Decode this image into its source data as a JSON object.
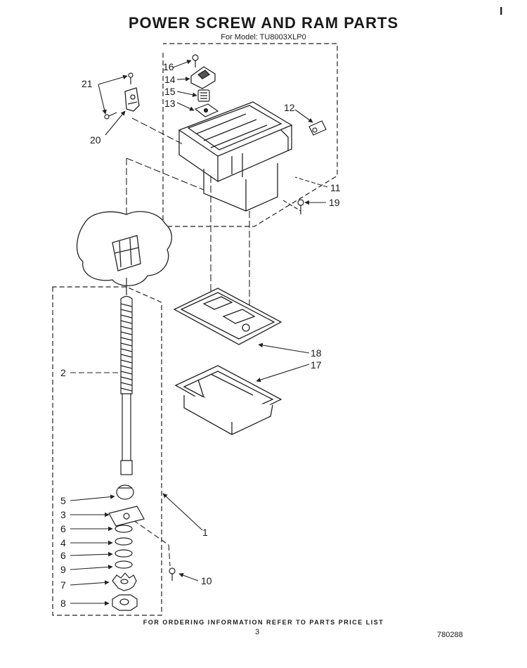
{
  "header": {
    "title": "POWER SCREW AND RAM PARTS",
    "subtitle": "For Model: TU8003XLP0",
    "corner_mark": "I"
  },
  "callouts": [
    "21",
    "16",
    "14",
    "15",
    "13",
    "12",
    "20",
    "11",
    "19",
    "18",
    "17",
    "2",
    "5",
    "3",
    "6",
    "4",
    "6",
    "9",
    "7",
    "8",
    "10",
    "1"
  ],
  "footer": {
    "ordering_note": "FOR ORDERING INFORMATION REFER TO PARTS PRICE LIST",
    "page_number": "3",
    "doc_number": "780288"
  }
}
